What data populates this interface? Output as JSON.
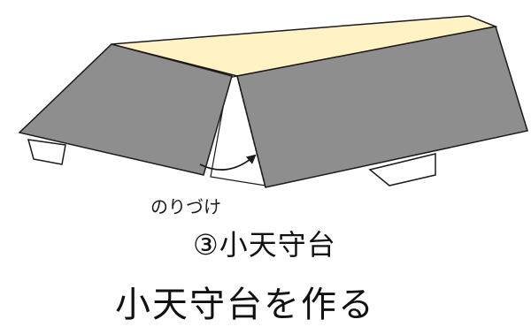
{
  "labels": {
    "glue": "のりづけ",
    "step": "③小天守台",
    "caption": "小天守台を作る"
  },
  "colors": {
    "top_face": "#FFF2C4",
    "side_face": "#8E8E8E",
    "outline": "#1a1a1a",
    "tab": "#ffffff"
  }
}
